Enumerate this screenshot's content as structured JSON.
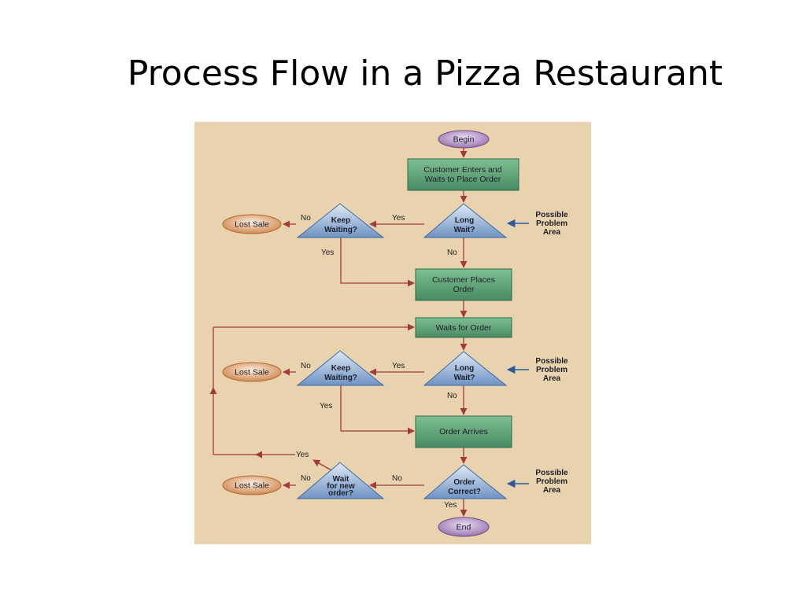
{
  "slide": {
    "title": "Process Flow in a Pizza Restaurant"
  },
  "colors": {
    "background": "#e8d3ae",
    "process_fill": "#5a9a72",
    "decision_fill": "#9fb8d8",
    "terminal_fill": "#b79ac8",
    "lost_sale_fill": "#f0c8a0",
    "arrow_color": "#a23a3a",
    "problem_arrow_color": "#2c5aa0"
  },
  "diagram": {
    "begin": "Begin",
    "end": "End",
    "enter_line1": "Customer Enters and",
    "enter_line2": "Waits to Place Order",
    "place_line1": "Customer Places",
    "place_line2": "Order",
    "waits": "Waits for Order",
    "arrives": "Order Arrives",
    "long_wait_line1": "Long",
    "long_wait_line2": "Wait?",
    "keep_waiting_line1": "Keep",
    "keep_waiting_line2": "Waiting?",
    "order_correct_line1": "Order",
    "order_correct_line2": "Correct?",
    "wait_new_line1": "Wait",
    "wait_new_line2": "for new",
    "wait_new_line3": "order?",
    "lost_sale": "Lost Sale",
    "problem_line1": "Possible",
    "problem_line2": "Problem",
    "problem_line3": "Area",
    "yes": "Yes",
    "no": "No"
  }
}
